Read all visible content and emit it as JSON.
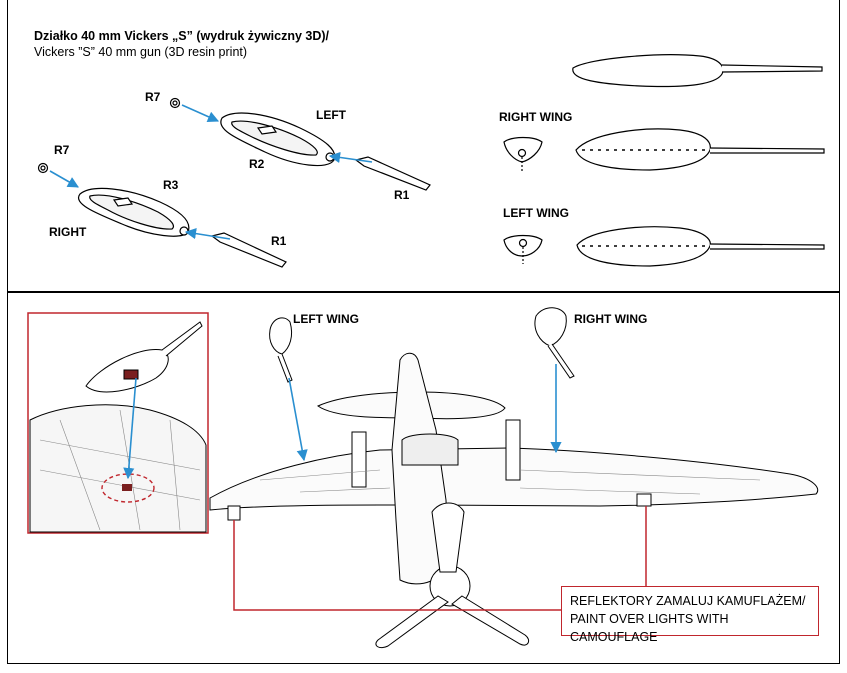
{
  "header": {
    "title_pl": "Działko 40 mm Vickers „S” (wydruk żywiczny 3D)/",
    "title_en": "Vickers ”S” 40 mm gun (3D resin print)"
  },
  "assembly": {
    "left_gun": {
      "side_label": "LEFT",
      "parts": [
        "R7",
        "R2",
        "R1"
      ]
    },
    "right_gun": {
      "side_label": "RIGHT",
      "parts": [
        "R7",
        "R3",
        "R1"
      ]
    }
  },
  "views": {
    "right_wing_label": "RIGHT WING",
    "left_wing_label": "LEFT WING"
  },
  "installation": {
    "left_wing_label": "LEFT WING",
    "right_wing_label": "RIGHT WING",
    "note_line1": "REFLEKTORY ZAMALUJ KAMUFLAŻEM/",
    "note_line2": "PAINT OVER LIGHTS WITH CAMOUFLAGE"
  },
  "colors": {
    "arrow": "#2a8fd0",
    "callout": "#c0262d",
    "line": "#000000"
  }
}
